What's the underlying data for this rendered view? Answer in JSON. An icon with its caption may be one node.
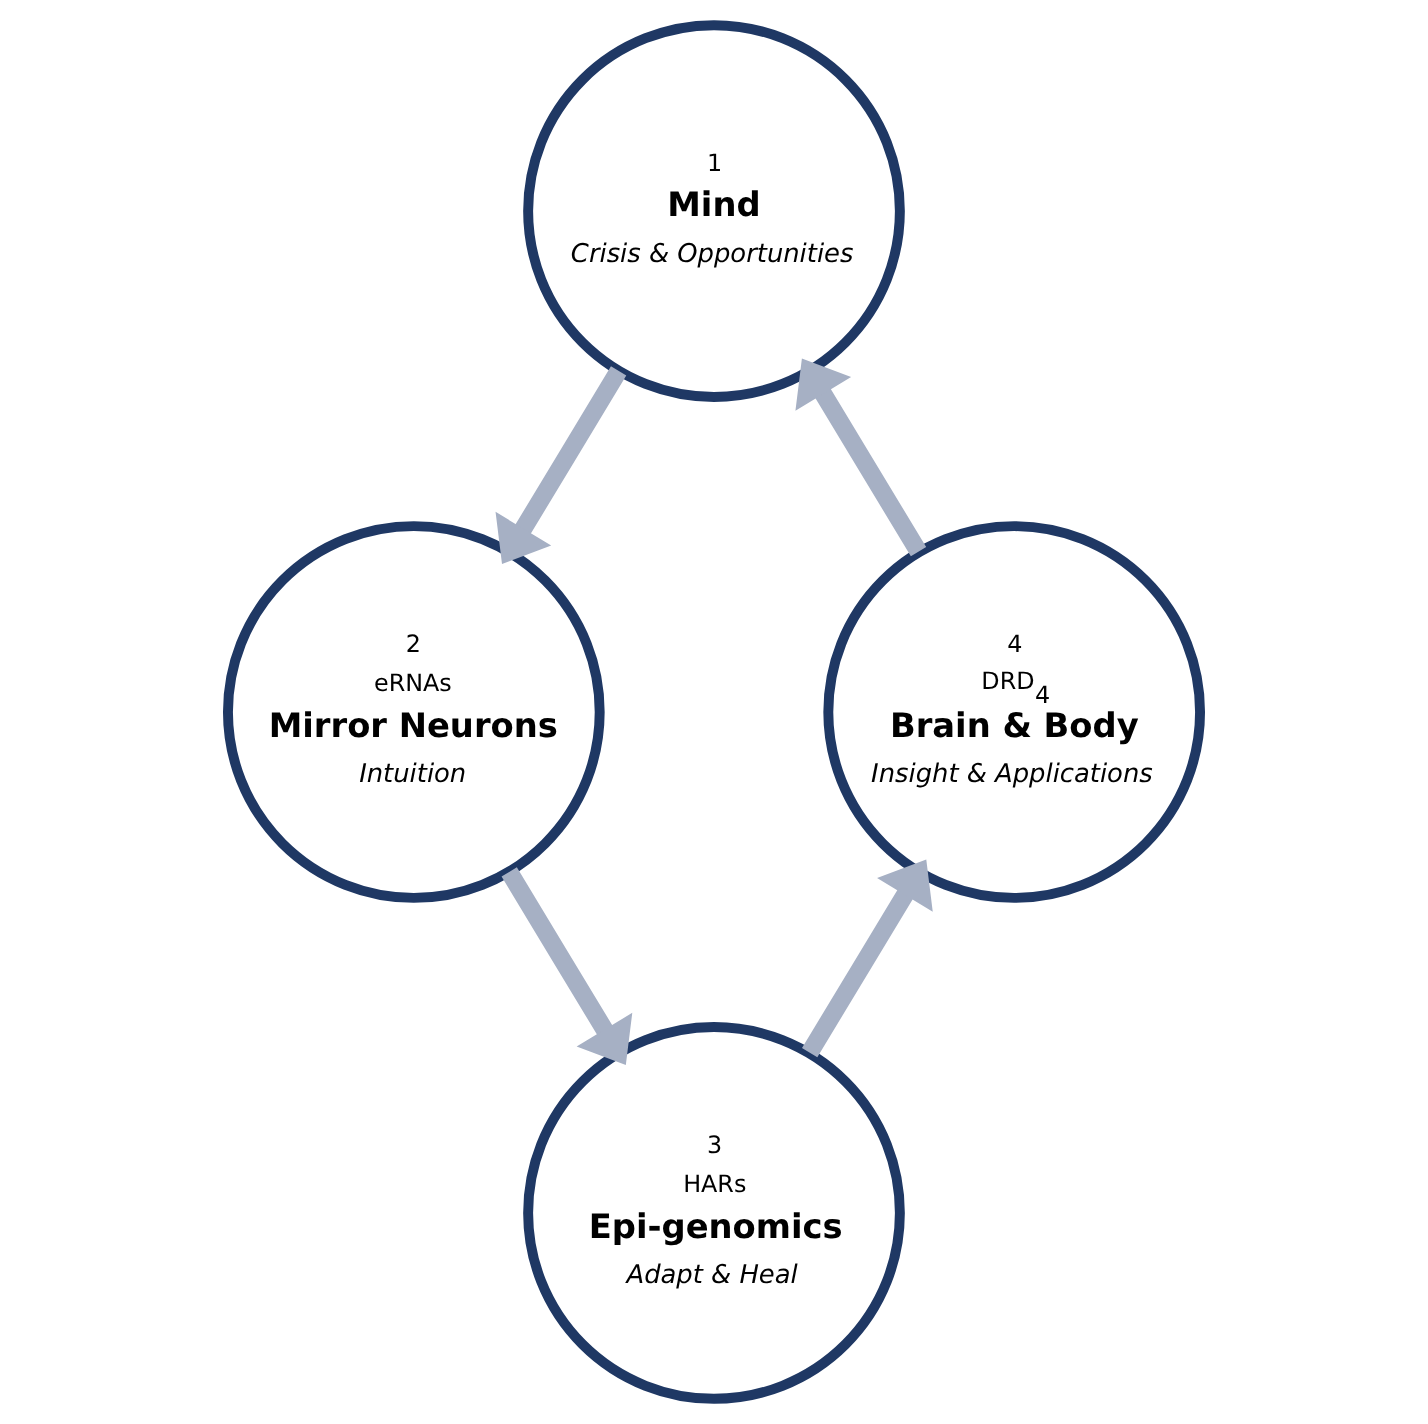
{
  "diagram": {
    "nodes": [
      {
        "text": [
          "1",
          "Mind",
          "Crisis & Opportunities"
        ]
      },
      {
        "text": [
          "2",
          "eRNAs",
          "Mirror Neurons",
          "Intuition"
        ]
      },
      {
        "text": [
          "3",
          "HARs",
          "Epi-genomics",
          "Adapt & Heal"
        ]
      },
      {
        "text": [
          "4",
          "DRD$_{4}$",
          "Brain & Body",
          "Insight & Applications"
        ]
      }
    ],
    "edges": [
      {
        "from": 0,
        "to": 1,
        "arrow": "to"
      },
      {
        "from": 1,
        "to": 2,
        "arrow": "to"
      },
      {
        "from": 2,
        "to": 3,
        "arrow": "to"
      },
      {
        "from": 3,
        "to": 0,
        "arrow": "to"
      }
    ]
  }
}
